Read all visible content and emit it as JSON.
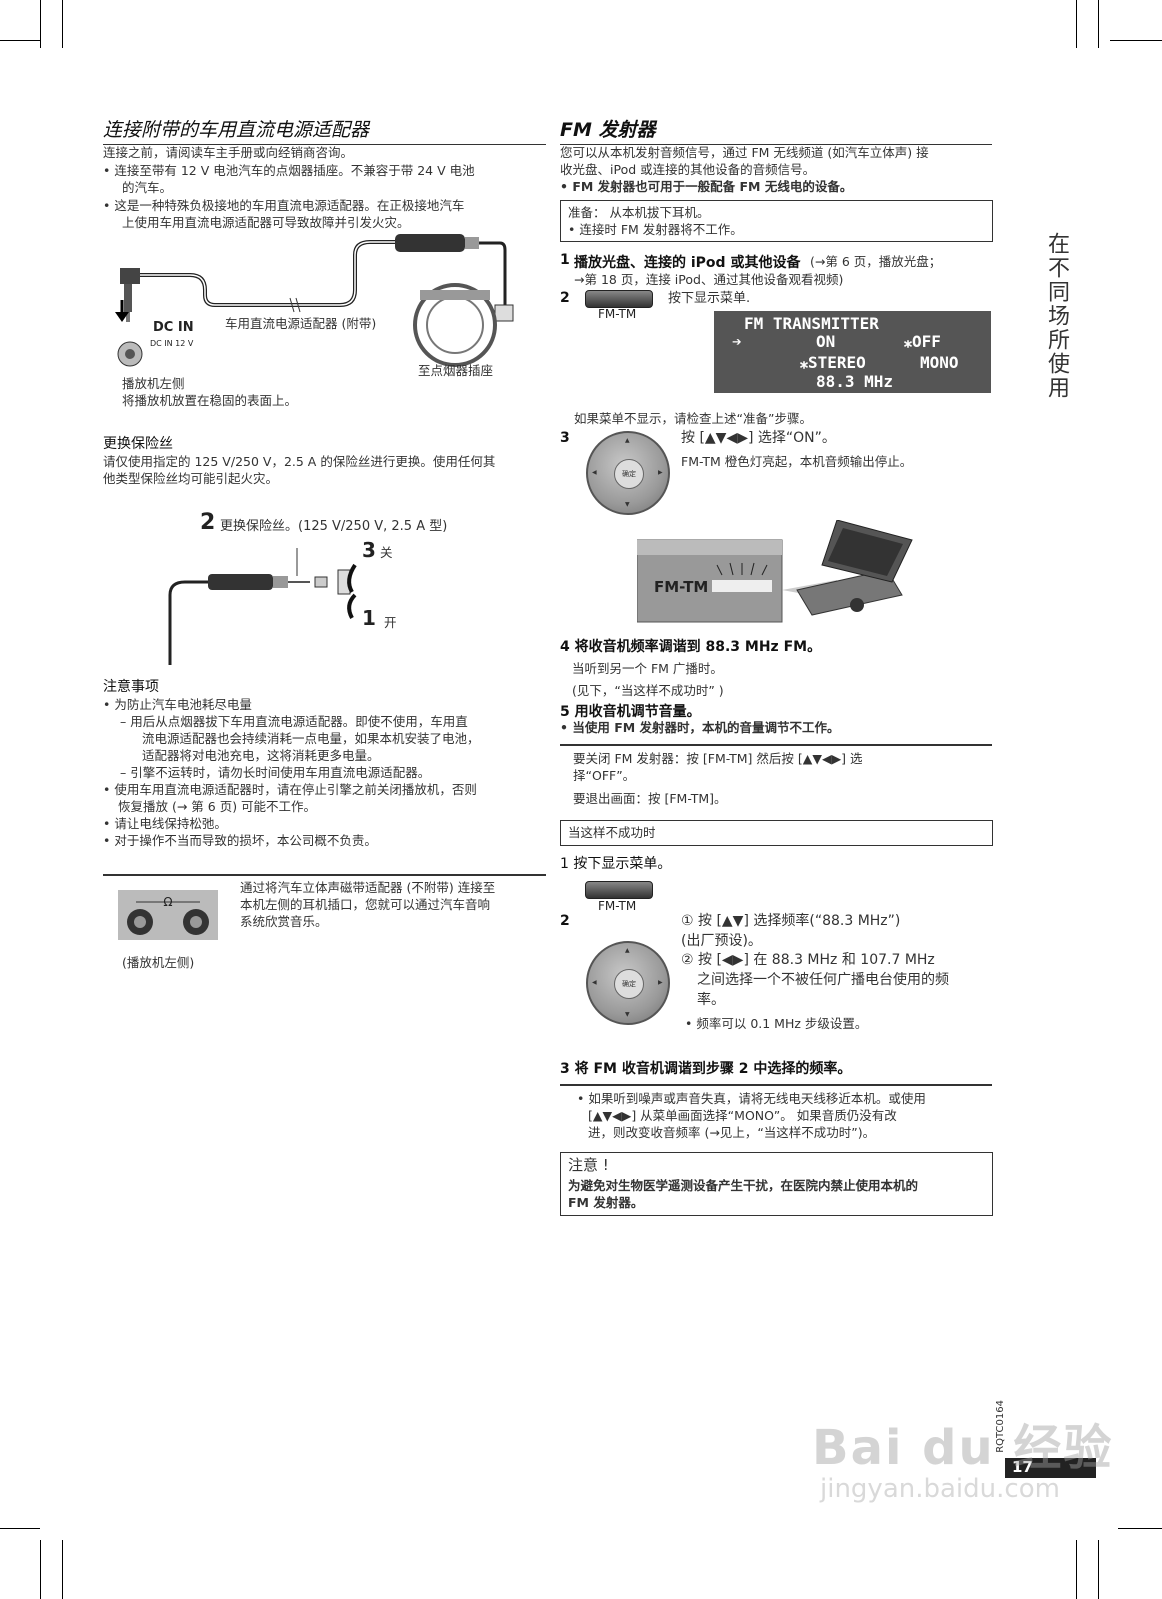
{
  "left": {
    "title": "连接附带的车用直流电源适配器",
    "intro": "连接之前，请阅读车主手册或向经销商咨询。",
    "bullet1": "•  连接至带有 12 V 电池汽车的点烟器插座。不兼容于带 24 V 电池",
    "bullet1b": "的汽车。",
    "bullet2": "•  这是一种特殊负极接地的车用直流电源适配器。在正极接地汽车",
    "bullet2b": "上使用车用直流电源适配器可导致故障并引发火灾。",
    "dc_in": "DC IN",
    "dc_in_small": "DC IN 12 V",
    "adapter_label": "车用直流电源适配器 (附带)",
    "lighter_label": "至点烟器插座",
    "player_left": "播放机左侧",
    "player_note": "将播放机放置在稳固的表面上。",
    "fuse_title": "更换保险丝",
    "fuse_text1": "请仅使用指定的 125 V/250 V，2.5 A 的保险丝进行更换。使用任何其",
    "fuse_text2": "他类型保险丝均可能引起火灾。",
    "fuse_step2_num": "2",
    "fuse_step2": "更换保险丝。(125 V/250 V, 2.5 A  型)",
    "fuse_step3_num": "3",
    "fuse_step3": "关",
    "fuse_step1_num": "1",
    "fuse_step1": "开",
    "caution_title": "注意事项",
    "caution_b1": "•  为防止汽车电池耗尽电量",
    "caution_d1a": "–    用后从点烟器拔下车用直流电源适配器。即使不使用，车用直",
    "caution_d1b": "流电源适配器也会持续消耗一点电量，如果本机安装了电池，",
    "caution_d1c": "适配器将对电池充电，这将消耗更多电量。",
    "caution_d2": "–    引擎不运转时，请勿长时间使用车用直流电源适配器。",
    "caution_b2a": "•  使用车用直流电源适配器时，请在停止引擎之前关闭播放机，否则",
    "caution_b2b": "恢复播放 (→  第 6 页) 可能不工作。",
    "caution_b3": "•  请让电线保持松弛。",
    "caution_b4": "•  对于操作不当而导致的损坏，本公司概不负责。",
    "headphone_text1": "通过将汽车立体声磁带适配器 (不附带) 连接至",
    "headphone_text2": "本机左侧的耳机插口，您就可以通过汽车音响",
    "headphone_text3": "系统欣赏音乐。",
    "headphone_caption": "(播放机左侧)"
  },
  "right": {
    "title": "FM 发射器",
    "intro1": "您可以从本机发射音频信号，通过 FM 无线频道 (如汽车立体声) 接",
    "intro2": "收光盘、iPod 或连接的其他设备的音频信号。",
    "intro3": "• FM 发射器也可用于一般配备 FM 无线电的设备。",
    "prep_label": "准备：  从本机拔下耳机。",
    "prep_note": "• 连接时 FM 发射器将不工作。",
    "s1_num": "1",
    "s1": "播放光盘、连接的 iPod 或其他设备",
    "s1_ref": "(→第 6 页，播放光盘；",
    "s1_ref2": "→第 18 页，连接 iPod、通过其他设备观看视频)",
    "s2_num": "2",
    "s2": "按下显示菜单.",
    "fm_tm": "FM-TM",
    "screen_title": "FM  TRANSMITTER",
    "screen_arrow": "➔",
    "screen_on": "ON",
    "screen_off": "⁎OFF",
    "screen_stereo": "⁎STEREO",
    "screen_mono": "MONO",
    "screen_freq": "88.3 MHz",
    "s2_note": "如果菜单不显示，请检查上述“准备”步骤。",
    "s3_num": "3",
    "s3": "按 [▲▼◀▶] 选择“ON”。",
    "s3_note": "FM-TM 橙色灯亮起，本机音频输出停止。",
    "enter_label": "确定",
    "fm_panel_label": "FM-TM",
    "s4": "4 将收音机频率调谐到 88.3 MHz FM。",
    "s4_note1": "当听到另一个 FM 广播时。",
    "s4_note2": "(见下，“当这样不成功时”  )",
    "s5": "5 用收音机调节音量。",
    "s5_note": "• 当使用 FM 发射器时，本机的音量调节不工作。",
    "off_text1": "要关闭 FM 发射器：按 [FM-TM] 然后按 [▲▼◀▶] 选",
    "off_text2": "择“OFF”。",
    "exit_text": "要退出画面：按 [FM-TM]。",
    "fail_title": "当这样不成功时",
    "f1": "1 按下显示菜单。",
    "f2_num": "2",
    "f2_a": "① 按 [▲▼] 选择频率(“88.3 MHz”)",
    "f2_a2": "(出厂预设)。",
    "f2_b": "② 按 [◀▶] 在 88.3 MHz 和 107.7 MHz",
    "f2_b2": "之间选择一个不被任何广播电台使用的频",
    "f2_b3": "率。",
    "f2_note": "• 频率可以 0.1 MHz 步级设置。",
    "f3": "3 将 FM 收音机调谐到步骤 2 中选择的频率。",
    "noise1": "• 如果听到噪声或声音失真，请将无线电天线移近本机。或使用",
    "noise2": "[▲▼◀▶] 从菜单画面选择“MONO”。 如果音质仍没有改",
    "noise3": "进，则改变收音频率 (→见上，“当这样不成功时”)。",
    "warn_title": "注意 !",
    "warn1": "为避免对生物医学遥测设备产生干扰，在医院内禁止使用本机的",
    "warn2": "FM 发射器。"
  },
  "side_text": "在不同场所使用",
  "footer": {
    "code": "RQTC0164",
    "page": "17",
    "watermark": "Bai du 经验",
    "watermark_url": "jingyan.baidu.com"
  }
}
